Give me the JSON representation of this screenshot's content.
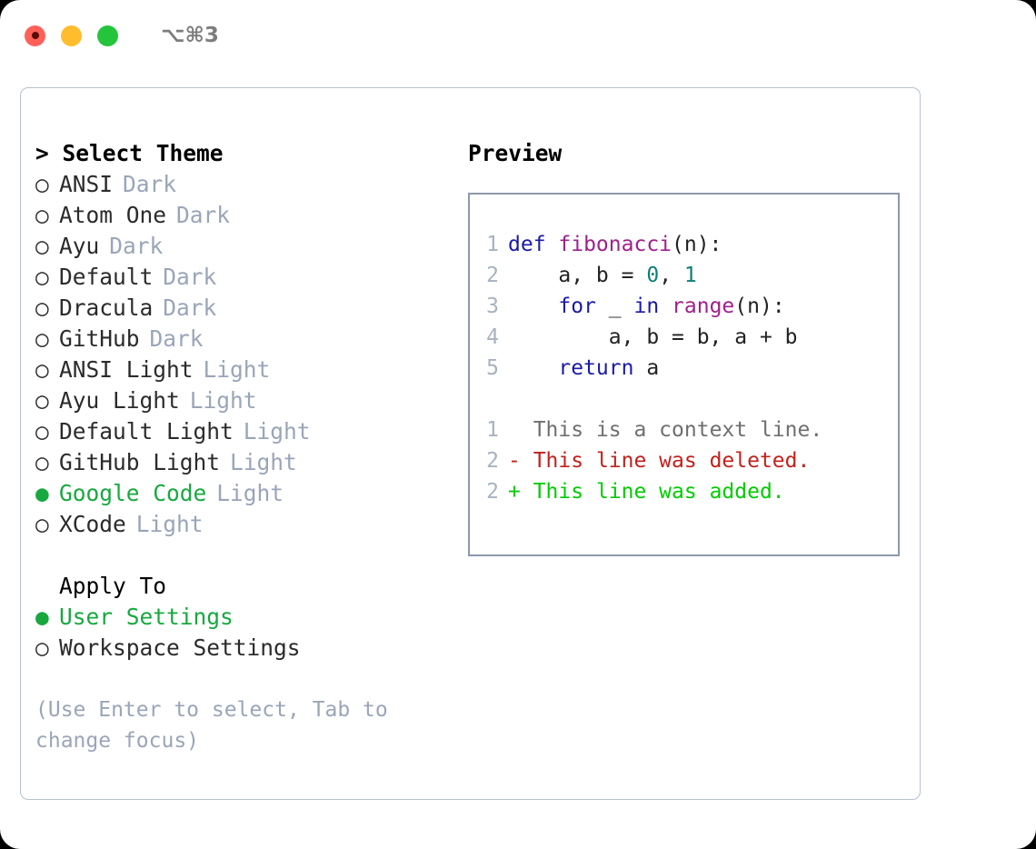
{
  "titlebar": {
    "shortcut": "⌥⌘3",
    "buttons": [
      {
        "name": "close",
        "color": "#ff6159"
      },
      {
        "name": "minimize",
        "color": "#ffbd2e"
      },
      {
        "name": "maximize",
        "color": "#24c53a"
      }
    ]
  },
  "theme_picker": {
    "heading": "> Select Theme",
    "selected_bullet": "●",
    "unselected_bullet": "○",
    "options": [
      {
        "label": "ANSI",
        "tag": "Dark",
        "selected": false
      },
      {
        "label": "Atom One",
        "tag": "Dark",
        "selected": false
      },
      {
        "label": "Ayu",
        "tag": "Dark",
        "selected": false
      },
      {
        "label": "Default",
        "tag": "Dark",
        "selected": false
      },
      {
        "label": "Dracula",
        "tag": "Dark",
        "selected": false
      },
      {
        "label": "GitHub",
        "tag": "Dark",
        "selected": false
      },
      {
        "label": "ANSI Light",
        "tag": "Light",
        "selected": false
      },
      {
        "label": "Ayu Light",
        "tag": "Light",
        "selected": false
      },
      {
        "label": "Default Light",
        "tag": "Light",
        "selected": false
      },
      {
        "label": "GitHub Light",
        "tag": "Light",
        "selected": false
      },
      {
        "label": "Google Code",
        "tag": "Light",
        "selected": true
      },
      {
        "label": "XCode",
        "tag": "Light",
        "selected": false
      }
    ]
  },
  "apply_to": {
    "heading": "Apply To",
    "options": [
      {
        "label": "User Settings",
        "selected": true
      },
      {
        "label": "Workspace Settings",
        "selected": false
      }
    ]
  },
  "hint": "(Use Enter to select, Tab to change focus)",
  "preview": {
    "title": "Preview",
    "code_lines": [
      {
        "num": "1",
        "tokens": [
          {
            "t": "def ",
            "c": "kw"
          },
          {
            "t": "fibonacci",
            "c": "fn"
          },
          {
            "t": "(n):",
            "c": "pl"
          }
        ]
      },
      {
        "num": "2",
        "tokens": [
          {
            "t": "    a, b = ",
            "c": "pl"
          },
          {
            "t": "0",
            "c": "num"
          },
          {
            "t": ", ",
            "c": "pl"
          },
          {
            "t": "1",
            "c": "num"
          }
        ]
      },
      {
        "num": "3",
        "tokens": [
          {
            "t": "    ",
            "c": "pl"
          },
          {
            "t": "for",
            "c": "kw"
          },
          {
            "t": " _ ",
            "c": "pl"
          },
          {
            "t": "in",
            "c": "kw"
          },
          {
            "t": " ",
            "c": "pl"
          },
          {
            "t": "range",
            "c": "fn"
          },
          {
            "t": "(n):",
            "c": "pl"
          }
        ]
      },
      {
        "num": "4",
        "tokens": [
          {
            "t": "        a, b = b, a + b",
            "c": "pl"
          }
        ]
      },
      {
        "num": "5",
        "tokens": [
          {
            "t": "    ",
            "c": "pl"
          },
          {
            "t": "return",
            "c": "kw"
          },
          {
            "t": " a",
            "c": "pl"
          }
        ]
      }
    ],
    "diff_lines": [
      {
        "num": "1",
        "marker": "  ",
        "text": "This is a context line.",
        "kind": "ctx"
      },
      {
        "num": "2",
        "marker": "- ",
        "text": "This line was deleted.",
        "kind": "del"
      },
      {
        "num": "2",
        "marker": "+ ",
        "text": "This line was added.",
        "kind": "add"
      }
    ]
  },
  "colors": {
    "accent_green": "#17a93f",
    "diff_add": "#00cc00",
    "diff_del": "#c2221c",
    "muted": "#9aa5b8",
    "border": "#8c99ab",
    "keyword": "#1a1aa8",
    "function": "#a0208c",
    "number": "#0e7f76"
  }
}
